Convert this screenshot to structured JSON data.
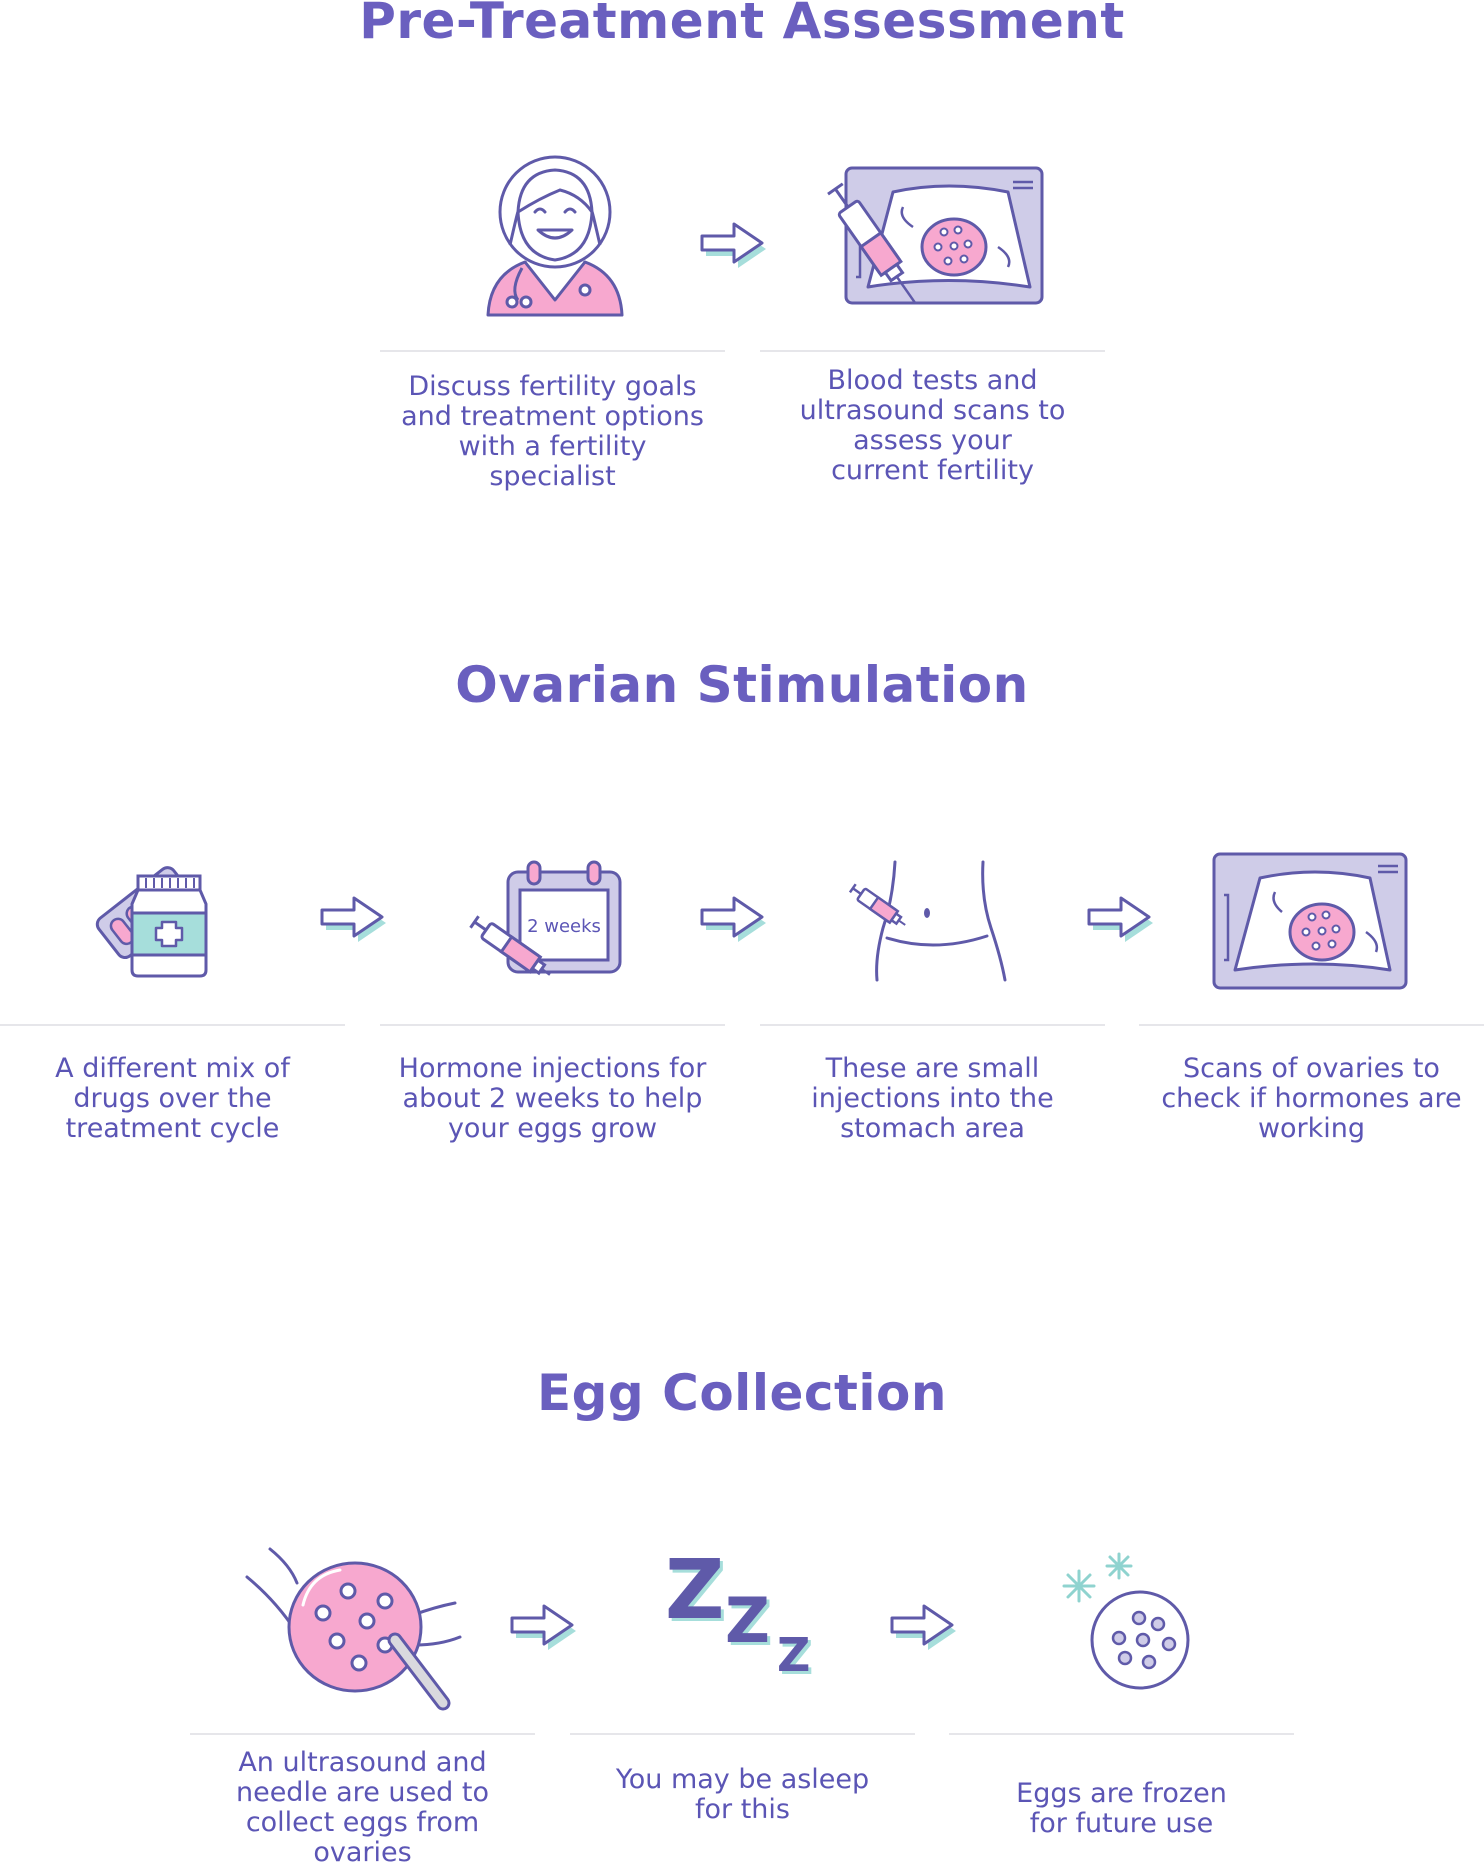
{
  "sections": [
    {
      "title": "Pre-Treatment Assessment",
      "steps": [
        {
          "icon": "doctor-icon",
          "caption": [
            "Discuss fertility goals",
            "and treatment options",
            "with a fertility",
            "specialist"
          ]
        },
        {
          "icon": "ultrasound-syringe-icon",
          "caption": [
            "Blood tests and",
            "ultrasound scans to",
            "assess your",
            "current fertility"
          ]
        }
      ]
    },
    {
      "title": "Ovarian Stimulation",
      "steps": [
        {
          "icon": "medicine-bottle-icon",
          "caption": [
            "A different mix of",
            "drugs over the",
            "treatment cycle"
          ]
        },
        {
          "icon": "calendar-syringe-icon",
          "caption": [
            "Hormone injections for",
            "about 2 weeks to help",
            "your eggs grow"
          ]
        },
        {
          "icon": "stomach-injection-icon",
          "caption": [
            "These are small",
            "injections into the",
            "stomach area"
          ]
        },
        {
          "icon": "ultrasound-monitor-icon",
          "caption": [
            "Scans of ovaries to",
            "check if hormones are",
            "working"
          ]
        }
      ]
    },
    {
      "title": "Egg Collection",
      "steps": [
        {
          "icon": "ovary-needle-icon",
          "caption": [
            "An ultrasound and",
            "needle are used to",
            "collect eggs from",
            "ovaries"
          ]
        },
        {
          "icon": "sleep-icon",
          "caption": [
            "You may be asleep",
            "for this"
          ]
        },
        {
          "icon": "frozen-egg-icon",
          "caption": [
            "Eggs are frozen",
            "for future use"
          ]
        }
      ]
    }
  ],
  "calendar_label": "2 weeks",
  "sleep_letters": [
    "Z",
    "Z",
    "Z"
  ],
  "colors": {
    "heading": "#6a5fbf",
    "text": "#5b55b5",
    "outline": "#5f5aa9",
    "pink": "#f7a8cf",
    "lavender": "#cfcce8",
    "teal": "#a6dedb",
    "divider": "#e6e6ea"
  }
}
